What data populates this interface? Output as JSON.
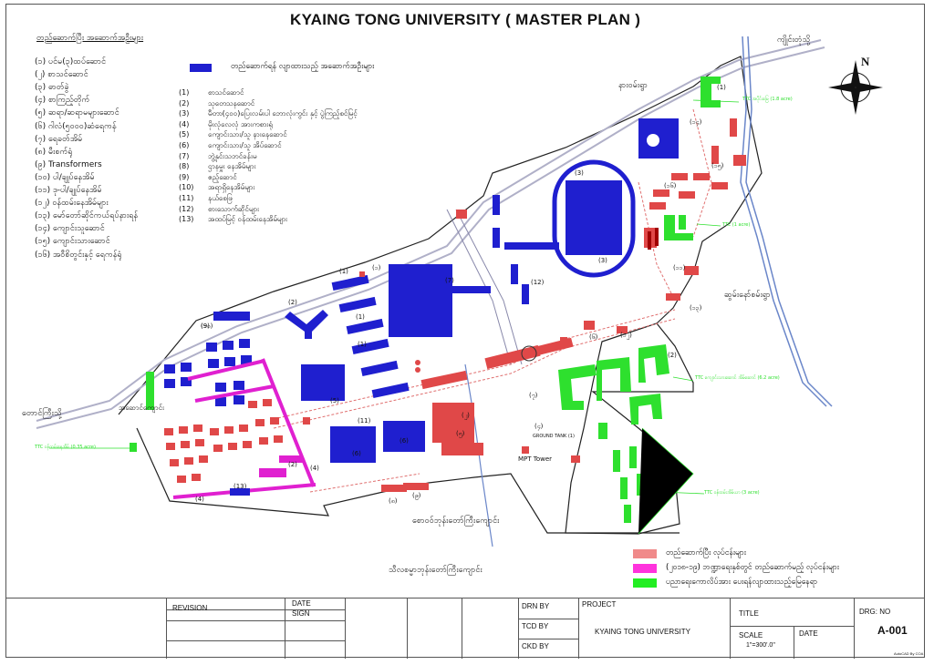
{
  "title": "KYAING TONG UNIVERSITY  ( MASTER PLAN )",
  "left_legend_title": "တည်ဆောက်ပြီး အဆောက်အဦးများ",
  "left_legend": [
    "(၁) ပင်မ(၃)ထပ်ဆောင်",
    "(၂) စာသင်ဆောင်",
    "(၃) ဓာတ်ခွဲ",
    "(၄) စာကြည့်တိုက်",
    "(၅) ဆရာ/ဆရာမများဆောင်",
    "(၆) ဂါလံ(၅၀၀၀)ဆံရေကန်",
    "(၇) ရေခတ်အိမ်",
    "(၈) မီးစက်ရုံ",
    "(၉) Transformers",
    "(၁၀) ပါ/ချုပ်နေအိမ်",
    "(၁၁) ဒု-ပါ/ချုပ်နေအိမ်",
    "(၁၂) ဝန်ထမ်းနေအိမ်များ",
    "(၁၃) မော်တော်ဆိုင်ကယ်ရပ်နားရန်",
    "(၁၄) ကျောင်းသူဆောင်",
    "(၁၅) ကျောင်းသားဆောင်",
    "(၁၆) အဝီစိတွင်းနှင့် ရေကန်ရုံ"
  ],
  "blue_note": "တည်ဆောက်ရန် လျာထားသည့် အဆောက်အဦးများ",
  "mid_legend": [
    {
      "n": "(1)",
      "t": "စာသင်ဆောင်"
    },
    {
      "n": "(2)",
      "t": "သုတေသနဆောင်"
    },
    {
      "n": "(3)",
      "t": "မီတာ(၄၀၀)ပြေးလမ်းပါ ဘောလုံးကွင်း နှင့် ပွဲကြည့်စင်မြင့်"
    },
    {
      "n": "(4)",
      "t": "မိုးလုံလေလုံ အားကစားရုံ"
    },
    {
      "n": "(5)",
      "t": "ကျောင်းသား/သူ နားနေဆောင်"
    },
    {
      "n": "(6)",
      "t": "ကျောင်းသား/သူ အိပ်ဆောင်"
    },
    {
      "n": "(7)",
      "t": "ဘွဲ့နှင်းသဘင်ခန်းမ"
    },
    {
      "n": "(8)",
      "t": "ဌာနမှူး နေအိမ်များ"
    },
    {
      "n": "(9)",
      "t": "ဧည့်ဆောင်"
    },
    {
      "n": "(10)",
      "t": "အရာရှိနေအိမ်များ"
    },
    {
      "n": "(11)",
      "t": "နယ်စေဖြ"
    },
    {
      "n": "(12)",
      "t": "စားသောက်ဆိုင်များ"
    },
    {
      "n": "(13)",
      "t": "အထပ်မြင့် ဝန်ထမ်းနေအိမ်များ"
    }
  ],
  "bottom_legend": [
    {
      "color": "#f08a8a",
      "t": "တည်ဆောက်ပြီး လုပ်ငန်းများ"
    },
    {
      "color": "#ff33dd",
      "t": "(၂၀၁၈-၁၉) ဘဏ္ဍာရေးနှစ်တွင် တည်ဆောက်မည့် လုပ်ငန်းများ"
    },
    {
      "color": "#22ee22",
      "t": "ပညာရေးကောလိပ်အား ပေးရန်လျာထားသည့်မြေနေရာ"
    }
  ],
  "map_labels": {
    "north": "N",
    "road_east": "ကျိုင်းတုံသို့",
    "nandawin": "နားဝမ်းရွာ",
    "village_east": "ဆွမ်းနော်စမ်းရွာ",
    "road_west": "တောင်ကြီးသို့",
    "hostel_area": "အဆောင်ကျောင်း",
    "south_campus": "စောဝဝ်ဘုန်းတော်ကြီးကျောင်း",
    "south_far": "သီလစမ္မာဘုန်းတော်ကြီးကျောင်း",
    "mpt_tower": "MPT Tower",
    "ground_tank": "GROUND TANK (1)",
    "ttc_1": "TTC အပိုင်းမြေ (1.8 acre)",
    "ttc_2": "TTC (1 acre)",
    "ttc_3": "TTC ကျောင်းသားဆောင် အိမ်ဆောင် (6.2 acre)",
    "ttc_4": "TTC ဝန်ထမ်းအိမ်ယာ (3 acre)",
    "ttc_5": "TTC ဝန်ထမ်းနေအိမ် (0.35 acre)"
  },
  "map_numbers": [
    "(1)",
    "(2)",
    "(3)",
    "(3)",
    "(7)",
    "(12)",
    "(1)",
    "(1)",
    "(1)",
    "(5)",
    "(6)",
    "(6)",
    "(11)",
    "(9)",
    "(2)",
    "(4)",
    "(13)",
    "(4)",
    "(2)",
    "(၁)",
    "(၂)",
    "(၄)",
    "(၅)",
    "(၆)",
    "(၇)",
    "(၈)",
    "(၉)",
    "(၁၀)",
    "(၁၁)",
    "(၁၂)",
    "(၁၃)",
    "(၁၄)",
    "(၁၅)",
    "(၁၆)"
  ],
  "title_block": {
    "revision": "REVISION",
    "date": "DATE",
    "sign": "SIGN",
    "drn_by": "DRN BY",
    "tcd_by": "TCD BY",
    "ckd_by": "CKD BY",
    "project_label": "PROJECT",
    "project_name": "KYAING TONG UNIVERSITY",
    "title_label": "TITLE",
    "scale_label": "SCALE",
    "scale_value": "1\"=300'.0\"",
    "date2_label": "DATE",
    "drg_no_label": "DRG: NO",
    "drg_no": "A-001",
    "credit": "AutoCAD By COA"
  }
}
